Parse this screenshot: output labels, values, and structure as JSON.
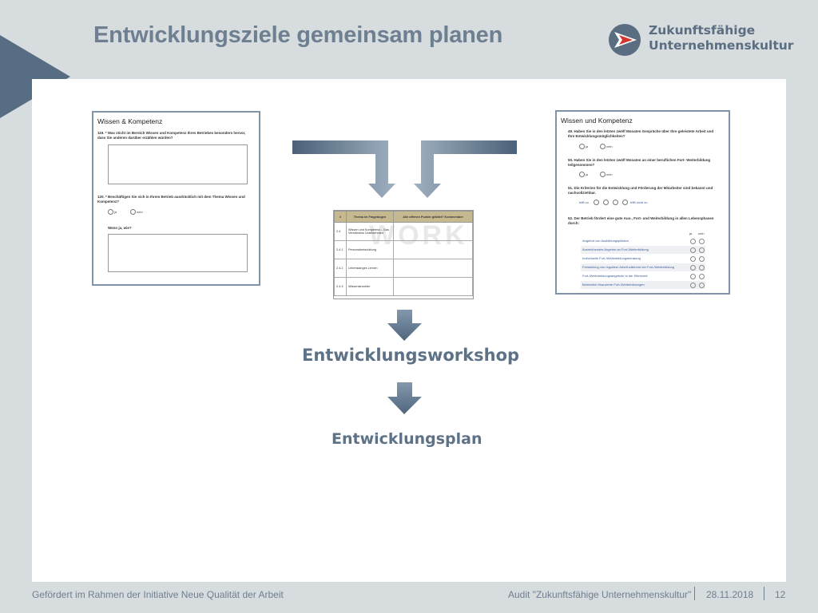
{
  "slide": {
    "title": "Entwicklungsziele gemeinsam planen"
  },
  "logo": {
    "line1": "Zukunftsfähige",
    "line2": "Unternehmenskultur"
  },
  "left_form": {
    "title": "Wissen & Kompetenz",
    "q1": "119. * Was sticht im Bereich Wissen und Kompetenz Ihres Betriebes besonders hervor, dass Sie anderen darüber erzählen würden?",
    "q2": "120. * Beschäftigen Sie sich in Ihrem Betrieb ausdrücklich mit dem Thema Wissen und Kompetenz?",
    "opt_yes": "ja",
    "opt_no": "nein",
    "followup": "Wenn ja, wie?"
  },
  "right_form": {
    "title": "Wissen und Kompetenz",
    "q49": "49.   Haben Sie in den letzten zwölf Monaten Gespräche über Ihre geleistete Arbeit und Ihre Entwicklungsmöglichkeiten?",
    "q50": "50.   Haben Sie in den letzten zwölf Monaten an einer beruflichen Fort- Weiterbildung teilgenommen?",
    "q51": "51.   Die Kriterien für die Entwicklung und Förderung der Mitarbeiter sind bekannt und nachvollziehbar.",
    "q52": "52.   Der Betrieb fördert eine gute Aus-, Fort- und Weiterbildung in allen Lebensphasen durch:",
    "opt_yes": "ja",
    "opt_no": "nein",
    "scale_left": "trifft zu",
    "scale_right": "trifft nicht zu",
    "col_yes": "ja",
    "col_no": "nein",
    "rows": [
      "Angebot von Ausbildungsplätzen",
      "Ausreichendes Angebot an Fort-/Weiterbildung",
      "Individuelle Fort-/Weiterbildungsberatung",
      "Freistellung von regulärer Arbeit während der Fort-/Weiterbildung",
      "Fort-/Weiterbildungsangebote in der Elternzeit",
      "Betrieblich finanzierte Fort-/Weiterbildungen"
    ]
  },
  "table": {
    "headers": [
      "#",
      "Thema im Fragebogen",
      "Alle offenen Punkte geklärt? Kommentare"
    ],
    "rows": [
      [
        "2.4",
        "Wissen und Kompetenz – Das Verständnis Unternehmen",
        ""
      ],
      [
        "2.4.1",
        "Personalentwicklung",
        ""
      ],
      [
        "2.4.2",
        "Lebenslanges Lernen",
        ""
      ],
      [
        "2.4.3",
        "Wissenstransfer",
        ""
      ]
    ],
    "watermark": "WORK"
  },
  "flow": {
    "step1": "Entwicklungsworkshop",
    "step2": "Entwicklungsplan"
  },
  "footer": {
    "left": "Gefördert im Rahmen der Initiative Neue Qualität der Arbeit",
    "audit": "Audit \"Zukunftsfähige Unternehmenskultur\"",
    "date": "28.11.2018",
    "page": "12"
  },
  "colors": {
    "accent": "#566d84",
    "title": "#6d7f90",
    "label": "#5d7187",
    "logo_red": "#d8332f"
  }
}
